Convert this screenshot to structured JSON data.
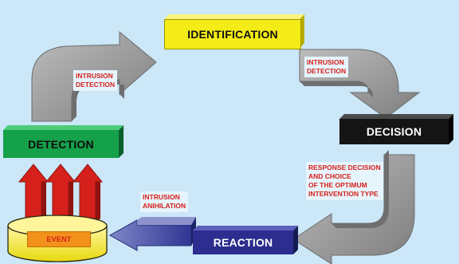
{
  "steps": {
    "identification": "IDENTIFICATION",
    "decision": "DECISION",
    "detection": "DETECTION",
    "reaction": "REACTION",
    "event": "EVENT"
  },
  "notes": {
    "left": [
      "INTRUSION",
      "DETECTION"
    ],
    "right": [
      "INTRUSION",
      "DETECTION"
    ],
    "response": [
      "RESPONSE DECISION",
      "AND CHOICE",
      "OF THE OPTIMUM",
      "INTERVENTION TYPE"
    ],
    "anihilation": [
      "INTRUSION",
      "ANIHILATION"
    ]
  },
  "colors": {
    "background": "#cbe7f8",
    "identification_box": "#f4ec16",
    "decision_box": "#151515",
    "detection_box": "#15a04a",
    "reaction_box": "#2c2d8e",
    "event_cylinder": "#f4ec16",
    "curved_arrows": "#9a9a9a",
    "up_arrows": "#d6201b",
    "left_arrow": "#2f3592",
    "note_text": "#d6201b"
  }
}
